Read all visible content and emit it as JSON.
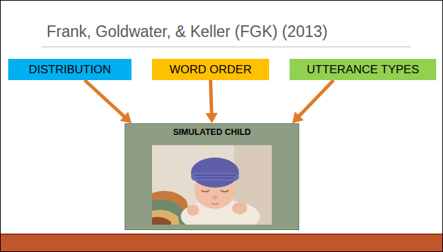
{
  "diagram": {
    "title": "Frank, Goldwater, & Keller (FGK) (2013)",
    "nodes": [
      {
        "text": [
          "DISTRIBUTION"
        ]
      },
      {
        "text": [
          "WORD ORDER"
        ]
      },
      {
        "text": [
          "UTTERANCE TYPES"
        ]
      },
      {
        "text": [
          "SIMULATED CHILD"
        ]
      }
    ],
    "edges": [
      {
        "from": 0,
        "to": 3,
        "arrow": "to"
      },
      {
        "from": 1,
        "to": 3,
        "arrow": "to"
      },
      {
        "from": 2,
        "to": 3,
        "arrow": "to"
      }
    ]
  }
}
